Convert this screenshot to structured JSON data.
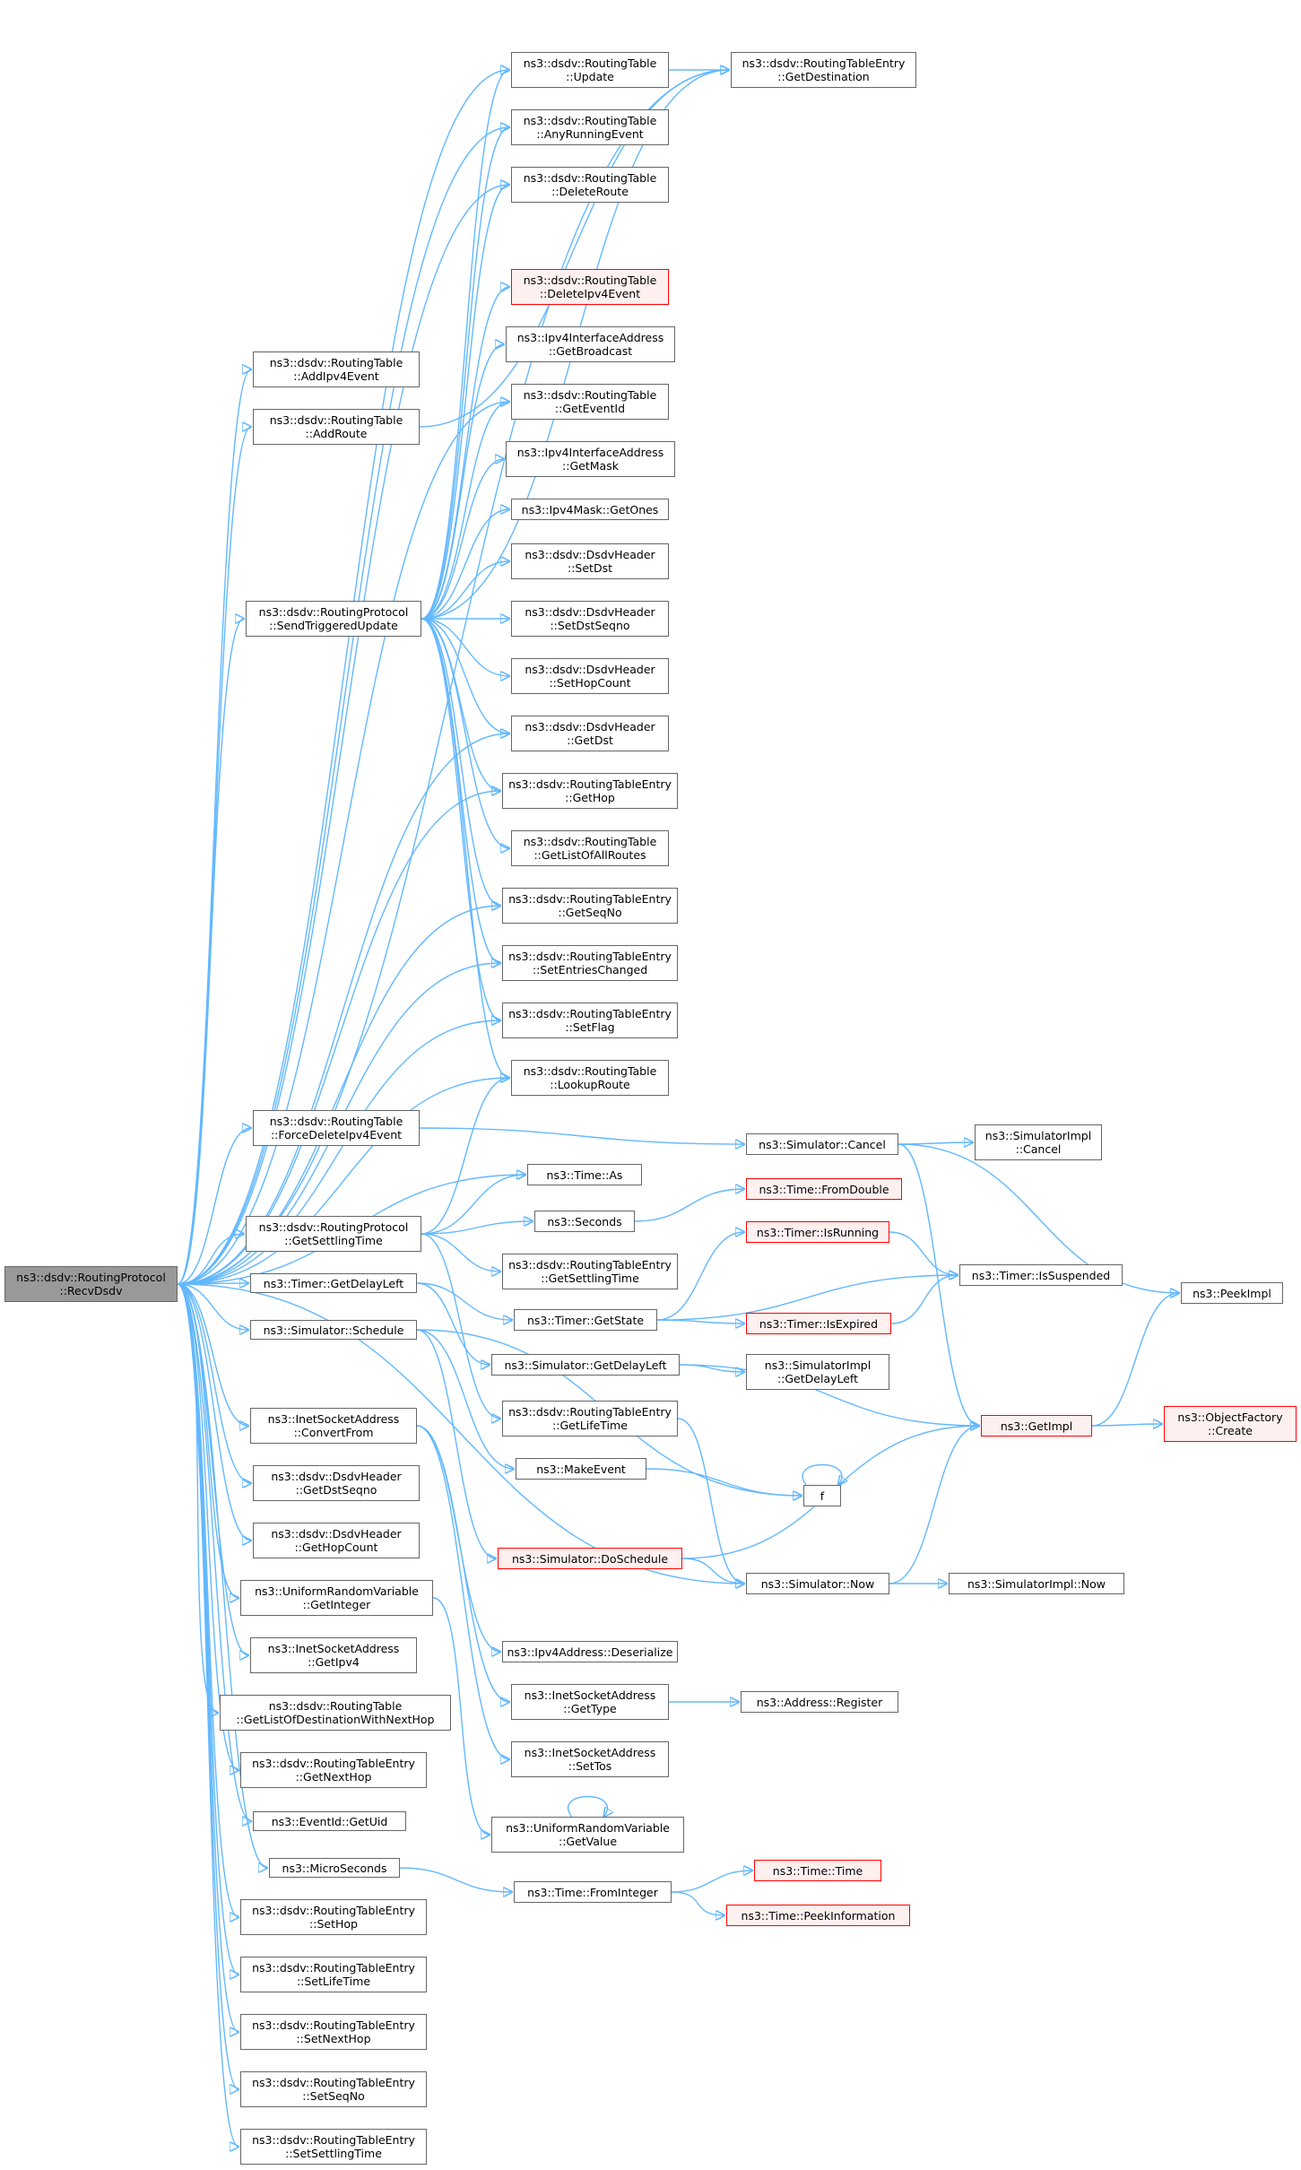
{
  "colors": {
    "edge": "#63b8ff",
    "node_border": "#666666",
    "node_red_border": "#ff0000",
    "node_red_fill": "#fff0f0",
    "root_fill": "#999999"
  },
  "nodes": [
    {
      "id": "root",
      "l1": "ns3::dsdv::RoutingProtocol",
      "l2": "::RecvDsdv",
      "style": "root"
    },
    {
      "id": "addipv4event",
      "l1": "ns3::dsdv::RoutingTable",
      "l2": "::AddIpv4Event"
    },
    {
      "id": "addroute",
      "l1": "ns3::dsdv::RoutingTable",
      "l2": "::AddRoute"
    },
    {
      "id": "sendtriggered",
      "l1": "ns3::dsdv::RoutingProtocol",
      "l2": "::SendTriggeredUpdate"
    },
    {
      "id": "forcedelete",
      "l1": "ns3::dsdv::RoutingTable",
      "l2": "::ForceDeleteIpv4Event"
    },
    {
      "id": "getsettlingtime",
      "l1": "ns3::dsdv::RoutingProtocol",
      "l2": "::GetSettlingTime"
    },
    {
      "id": "getdelayleft",
      "l1": "ns3::Timer::GetDelayLeft",
      "l2": ""
    },
    {
      "id": "schedule",
      "l1": "ns3::Simulator::Schedule",
      "l2": ""
    },
    {
      "id": "convertfrom",
      "l1": "ns3::InetSocketAddress",
      "l2": "::ConvertFrom"
    },
    {
      "id": "getdstseqno",
      "l1": "ns3::dsdv::DsdvHeader",
      "l2": "::GetDstSeqno"
    },
    {
      "id": "gethopcount",
      "l1": "ns3::dsdv::DsdvHeader",
      "l2": "::GetHopCount"
    },
    {
      "id": "getinteger",
      "l1": "ns3::UniformRandomVariable",
      "l2": "::GetInteger"
    },
    {
      "id": "getipv4",
      "l1": "ns3::InetSocketAddress",
      "l2": "::GetIpv4"
    },
    {
      "id": "getlistofdest",
      "l1": "ns3::dsdv::RoutingTable",
      "l2": "::GetListOfDestinationWithNextHop"
    },
    {
      "id": "getnexthop",
      "l1": "ns3::dsdv::RoutingTableEntry",
      "l2": "::GetNextHop"
    },
    {
      "id": "getuid",
      "l1": "ns3::EventId::GetUid",
      "l2": ""
    },
    {
      "id": "microseconds",
      "l1": "ns3::MicroSeconds",
      "l2": ""
    },
    {
      "id": "sethop",
      "l1": "ns3::dsdv::RoutingTableEntry",
      "l2": "::SetHop"
    },
    {
      "id": "setlifetime",
      "l1": "ns3::dsdv::RoutingTableEntry",
      "l2": "::SetLifeTime"
    },
    {
      "id": "setnexthop",
      "l1": "ns3::dsdv::RoutingTableEntry",
      "l2": "::SetNextHop"
    },
    {
      "id": "setseqno",
      "l1": "ns3::dsdv::RoutingTableEntry",
      "l2": "::SetSeqNo"
    },
    {
      "id": "setsettlingtime",
      "l1": "ns3::dsdv::RoutingTableEntry",
      "l2": "::SetSettlingTime"
    },
    {
      "id": "update",
      "l1": "ns3::dsdv::RoutingTable",
      "l2": "::Update"
    },
    {
      "id": "anyrunning",
      "l1": "ns3::dsdv::RoutingTable",
      "l2": "::AnyRunningEvent"
    },
    {
      "id": "deleteroute",
      "l1": "ns3::dsdv::RoutingTable",
      "l2": "::DeleteRoute"
    },
    {
      "id": "deleteipv4event",
      "l1": "ns3::dsdv::RoutingTable",
      "l2": "::DeleteIpv4Event",
      "style": "red"
    },
    {
      "id": "getbroadcast",
      "l1": "ns3::Ipv4InterfaceAddress",
      "l2": "::GetBroadcast"
    },
    {
      "id": "geteventid",
      "l1": "ns3::dsdv::RoutingTable",
      "l2": "::GetEventId"
    },
    {
      "id": "getmask",
      "l1": "ns3::Ipv4InterfaceAddress",
      "l2": "::GetMask"
    },
    {
      "id": "getones",
      "l1": "ns3::Ipv4Mask::GetOnes",
      "l2": ""
    },
    {
      "id": "setdst",
      "l1": "ns3::dsdv::DsdvHeader",
      "l2": "::SetDst"
    },
    {
      "id": "setdstseqno",
      "l1": "ns3::dsdv::DsdvHeader",
      "l2": "::SetDstSeqno"
    },
    {
      "id": "sethopcount",
      "l1": "ns3::dsdv::DsdvHeader",
      "l2": "::SetHopCount"
    },
    {
      "id": "getdst",
      "l1": "ns3::dsdv::DsdvHeader",
      "l2": "::GetDst"
    },
    {
      "id": "gethop",
      "l1": "ns3::dsdv::RoutingTableEntry",
      "l2": "::GetHop"
    },
    {
      "id": "getlistofall",
      "l1": "ns3::dsdv::RoutingTable",
      "l2": "::GetListOfAllRoutes"
    },
    {
      "id": "getseqno",
      "l1": "ns3::dsdv::RoutingTableEntry",
      "l2": "::GetSeqNo"
    },
    {
      "id": "setentrieschanged",
      "l1": "ns3::dsdv::RoutingTableEntry",
      "l2": "::SetEntriesChanged"
    },
    {
      "id": "setflag",
      "l1": "ns3::dsdv::RoutingTableEntry",
      "l2": "::SetFlag"
    },
    {
      "id": "lookuproute",
      "l1": "ns3::dsdv::RoutingTable",
      "l2": "::LookupRoute"
    },
    {
      "id": "timeas",
      "l1": "ns3::Time::As",
      "l2": ""
    },
    {
      "id": "seconds",
      "l1": "ns3::Seconds",
      "l2": ""
    },
    {
      "id": "rte_getsettling",
      "l1": "ns3::dsdv::RoutingTableEntry",
      "l2": "::GetSettlingTime"
    },
    {
      "id": "timergetstate",
      "l1": "ns3::Timer::GetState",
      "l2": ""
    },
    {
      "id": "simgetdelayleft",
      "l1": "ns3::Simulator::GetDelayLeft",
      "l2": ""
    },
    {
      "id": "getlifetime",
      "l1": "ns3::dsdv::RoutingTableEntry",
      "l2": "::GetLifeTime"
    },
    {
      "id": "makeevent",
      "l1": "ns3::MakeEvent",
      "l2": ""
    },
    {
      "id": "doschedule",
      "l1": "ns3::Simulator::DoSchedule",
      "l2": "",
      "style": "red"
    },
    {
      "id": "ipv4deserialize",
      "l1": "ns3::Ipv4Address::Deserialize",
      "l2": ""
    },
    {
      "id": "isa_gettype",
      "l1": "ns3::InetSocketAddress",
      "l2": "::GetType"
    },
    {
      "id": "isa_settos",
      "l1": "ns3::InetSocketAddress",
      "l2": "::SetTos"
    },
    {
      "id": "urv_getvalue",
      "l1": "ns3::UniformRandomVariable",
      "l2": "::GetValue"
    },
    {
      "id": "fromint",
      "l1": "ns3::Time::FromInteger",
      "l2": ""
    },
    {
      "id": "rte_getdest",
      "l1": "ns3::dsdv::RoutingTableEntry",
      "l2": "::GetDestination"
    },
    {
      "id": "simcancel",
      "l1": "ns3::Simulator::Cancel",
      "l2": ""
    },
    {
      "id": "fromdouble",
      "l1": "ns3::Time::FromDouble",
      "l2": "",
      "style": "red"
    },
    {
      "id": "isrunning",
      "l1": "ns3::Timer::IsRunning",
      "l2": "",
      "style": "red"
    },
    {
      "id": "isexpired",
      "l1": "ns3::Timer::IsExpired",
      "l2": "",
      "style": "red"
    },
    {
      "id": "simimpl_getdelay",
      "l1": "ns3::SimulatorImpl",
      "l2": "::GetDelayLeft"
    },
    {
      "id": "f",
      "l1": "f",
      "l2": ""
    },
    {
      "id": "simnow",
      "l1": "ns3::Simulator::Now",
      "l2": ""
    },
    {
      "id": "addrregister",
      "l1": "ns3::Address::Register",
      "l2": ""
    },
    {
      "id": "timetime",
      "l1": "ns3::Time::Time",
      "l2": "",
      "style": "red"
    },
    {
      "id": "peekinfo",
      "l1": "ns3::Time::PeekInformation",
      "l2": "",
      "style": "red"
    },
    {
      "id": "simimpl_cancel",
      "l1": "ns3::SimulatorImpl",
      "l2": "::Cancel"
    },
    {
      "id": "issuspended",
      "l1": "ns3::Timer::IsSuspended",
      "l2": ""
    },
    {
      "id": "getimpl",
      "l1": "ns3::GetImpl",
      "l2": "",
      "style": "red"
    },
    {
      "id": "simimpl_now",
      "l1": "ns3::SimulatorImpl::Now",
      "l2": ""
    },
    {
      "id": "peekimpl",
      "l1": "ns3::PeekImpl",
      "l2": ""
    },
    {
      "id": "objfactory",
      "l1": "ns3::ObjectFactory",
      "l2": "::Create",
      "style": "red"
    }
  ],
  "edges": [
    [
      "root",
      "addipv4event"
    ],
    [
      "root",
      "addroute"
    ],
    [
      "root",
      "sendtriggered"
    ],
    [
      "root",
      "forcedelete"
    ],
    [
      "root",
      "getsettlingtime"
    ],
    [
      "root",
      "getdelayleft"
    ],
    [
      "root",
      "schedule"
    ],
    [
      "root",
      "convertfrom"
    ],
    [
      "root",
      "getdstseqno"
    ],
    [
      "root",
      "gethopcount"
    ],
    [
      "root",
      "getinteger"
    ],
    [
      "root",
      "getipv4"
    ],
    [
      "root",
      "getlistofdest"
    ],
    [
      "root",
      "getnexthop"
    ],
    [
      "root",
      "getuid"
    ],
    [
      "root",
      "microseconds"
    ],
    [
      "root",
      "sethop"
    ],
    [
      "root",
      "setlifetime"
    ],
    [
      "root",
      "setnexthop"
    ],
    [
      "root",
      "setseqno"
    ],
    [
      "root",
      "setsettlingtime"
    ],
    [
      "root",
      "update"
    ],
    [
      "root",
      "anyrunning"
    ],
    [
      "root",
      "deleteroute"
    ],
    [
      "root",
      "geteventid"
    ],
    [
      "root",
      "getdst"
    ],
    [
      "root",
      "gethop"
    ],
    [
      "root",
      "getseqno"
    ],
    [
      "root",
      "setentrieschanged"
    ],
    [
      "root",
      "setflag"
    ],
    [
      "root",
      "lookuproute"
    ],
    [
      "root",
      "timeas"
    ],
    [
      "root",
      "simnow"
    ],
    [
      "root",
      "rte_getdest"
    ],
    [
      "addroute",
      "rte_getdest"
    ],
    [
      "sendtriggered",
      "update"
    ],
    [
      "sendtriggered",
      "anyrunning"
    ],
    [
      "sendtriggered",
      "deleteroute"
    ],
    [
      "sendtriggered",
      "deleteipv4event"
    ],
    [
      "sendtriggered",
      "getbroadcast"
    ],
    [
      "sendtriggered",
      "geteventid"
    ],
    [
      "sendtriggered",
      "getmask"
    ],
    [
      "sendtriggered",
      "getones"
    ],
    [
      "sendtriggered",
      "setdst"
    ],
    [
      "sendtriggered",
      "setdstseqno"
    ],
    [
      "sendtriggered",
      "sethopcount"
    ],
    [
      "sendtriggered",
      "getdst"
    ],
    [
      "sendtriggered",
      "gethop"
    ],
    [
      "sendtriggered",
      "getlistofall"
    ],
    [
      "sendtriggered",
      "getseqno"
    ],
    [
      "sendtriggered",
      "setentrieschanged"
    ],
    [
      "sendtriggered",
      "setflag"
    ],
    [
      "sendtriggered",
      "lookuproute"
    ],
    [
      "sendtriggered",
      "rte_getdest"
    ],
    [
      "update",
      "rte_getdest"
    ],
    [
      "forcedelete",
      "simcancel"
    ],
    [
      "getsettlingtime",
      "lookuproute"
    ],
    [
      "getsettlingtime",
      "timeas"
    ],
    [
      "getsettlingtime",
      "seconds"
    ],
    [
      "getsettlingtime",
      "rte_getsettling"
    ],
    [
      "getsettlingtime",
      "getlifetime"
    ],
    [
      "getdelayleft",
      "timergetstate"
    ],
    [
      "getdelayleft",
      "simgetdelayleft"
    ],
    [
      "schedule",
      "makeevent"
    ],
    [
      "schedule",
      "doschedule"
    ],
    [
      "schedule",
      "f"
    ],
    [
      "convertfrom",
      "ipv4deserialize"
    ],
    [
      "convertfrom",
      "isa_gettype"
    ],
    [
      "convertfrom",
      "isa_settos"
    ],
    [
      "getinteger",
      "urv_getvalue"
    ],
    [
      "microseconds",
      "fromint"
    ],
    [
      "simcancel",
      "simimpl_cancel"
    ],
    [
      "simcancel",
      "getimpl"
    ],
    [
      "simcancel",
      "peekimpl"
    ],
    [
      "seconds",
      "fromdouble"
    ],
    [
      "timergetstate",
      "isrunning"
    ],
    [
      "timergetstate",
      "issuspended"
    ],
    [
      "timergetstate",
      "isexpired"
    ],
    [
      "simgetdelayleft",
      "simimpl_getdelay"
    ],
    [
      "simgetdelayleft",
      "getimpl"
    ],
    [
      "getlifetime",
      "simnow"
    ],
    [
      "makeevent",
      "f"
    ],
    [
      "f",
      "f"
    ],
    [
      "doschedule",
      "simnow"
    ],
    [
      "doschedule",
      "getimpl"
    ],
    [
      "simnow",
      "simimpl_now"
    ],
    [
      "simnow",
      "getimpl"
    ],
    [
      "isa_gettype",
      "addrregister"
    ],
    [
      "urv_getvalue",
      "urv_getvalue"
    ],
    [
      "fromint",
      "timetime"
    ],
    [
      "fromint",
      "peekinfo"
    ],
    [
      "isrunning",
      "issuspended"
    ],
    [
      "isexpired",
      "issuspended"
    ],
    [
      "getimpl",
      "peekimpl"
    ],
    [
      "getimpl",
      "objfactory"
    ]
  ]
}
